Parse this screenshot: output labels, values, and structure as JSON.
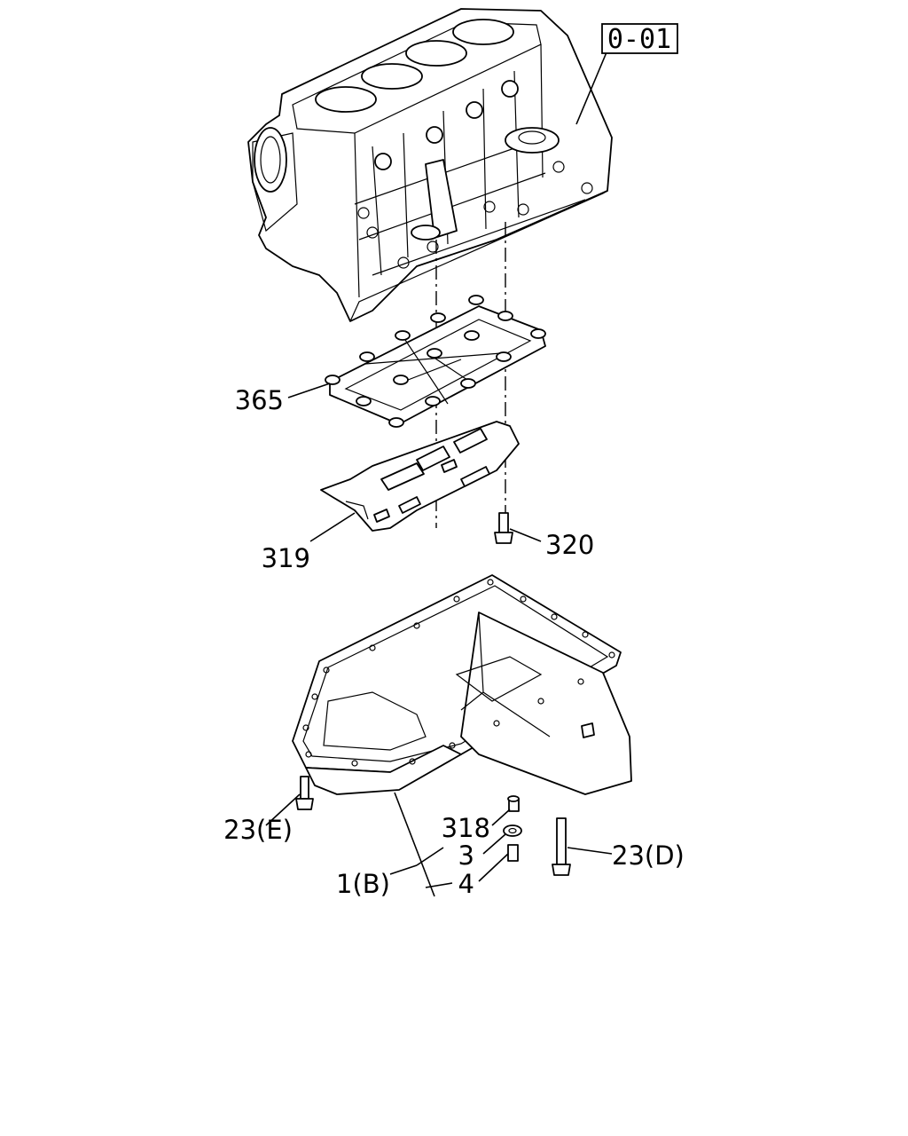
{
  "reference_box": "0-01",
  "callouts": {
    "c365": "365",
    "c319": "319",
    "c320": "320",
    "c23e": "23(E)",
    "c318": "318",
    "c3": "3",
    "c4": "4",
    "c1b": "1(B)",
    "c23d": "23(D)"
  }
}
